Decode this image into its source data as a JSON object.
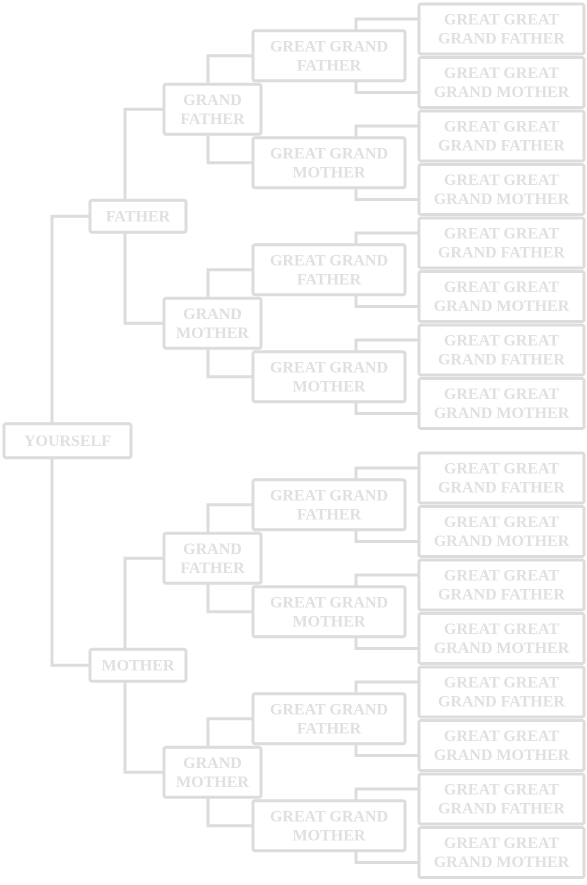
{
  "colors": {
    "line": "#dcdcdc",
    "text": "#e0e0e0",
    "background": "#ffffff"
  },
  "tree": {
    "label": "YOURSELF",
    "children": [
      {
        "label": "FATHER",
        "children": [
          {
            "label": "GRAND FATHER",
            "children": [
              {
                "label": "GREAT GRAND FATHER",
                "children": [
                  {
                    "label": "GREAT GREAT GRAND FATHER"
                  },
                  {
                    "label": "GREAT GREAT GRAND MOTHER"
                  }
                ]
              },
              {
                "label": "GREAT GRAND MOTHER",
                "children": [
                  {
                    "label": "GREAT GREAT GRAND FATHER"
                  },
                  {
                    "label": "GREAT GREAT GRAND MOTHER"
                  }
                ]
              }
            ]
          },
          {
            "label": "GRAND MOTHER",
            "children": [
              {
                "label": "GREAT GRAND FATHER",
                "children": [
                  {
                    "label": "GREAT GREAT GRAND FATHER"
                  },
                  {
                    "label": "GREAT GREAT GRAND MOTHER"
                  }
                ]
              },
              {
                "label": "GREAT GRAND MOTHER",
                "children": [
                  {
                    "label": "GREAT GREAT GRAND FATHER"
                  },
                  {
                    "label": "GREAT GREAT GRAND MOTHER"
                  }
                ]
              }
            ]
          }
        ]
      },
      {
        "label": "MOTHER",
        "children": [
          {
            "label": "GRAND FATHER",
            "children": [
              {
                "label": "GREAT GRAND FATHER",
                "children": [
                  {
                    "label": "GREAT GREAT GRAND FATHER"
                  },
                  {
                    "label": "GREAT GREAT GRAND MOTHER"
                  }
                ]
              },
              {
                "label": "GREAT GRAND MOTHER",
                "children": [
                  {
                    "label": "GREAT GREAT GRAND FATHER"
                  },
                  {
                    "label": "GREAT GREAT GRAND MOTHER"
                  }
                ]
              }
            ]
          },
          {
            "label": "GRAND MOTHER",
            "children": [
              {
                "label": "GREAT GRAND FATHER",
                "children": [
                  {
                    "label": "GREAT GREAT GRAND FATHER"
                  },
                  {
                    "label": "GREAT GREAT GRAND MOTHER"
                  }
                ]
              },
              {
                "label": "GREAT GRAND MOTHER",
                "children": [
                  {
                    "label": "GREAT GREAT GRAND FATHER"
                  },
                  {
                    "label": "GREAT GREAT GRAND MOTHER"
                  }
                ]
              }
            ]
          }
        ]
      }
    ]
  }
}
